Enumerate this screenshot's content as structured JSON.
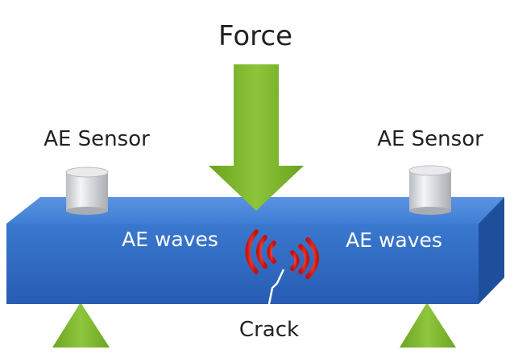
{
  "labels": {
    "force": "Force",
    "sensor_left": "AE Sensor",
    "sensor_right": "AE Sensor",
    "waves_left": "AE waves",
    "waves_right": "AE waves",
    "crack": "Crack"
  },
  "colors": {
    "beam_front": "#2f6bc4",
    "beam_top": "#3f7fd6",
    "beam_end": "#1f4f9c",
    "arrow_green": "#7fb52a",
    "support_green": "#84b82e",
    "wave_red": "#e0241c",
    "label_dark": "#222222",
    "label_light": "#ffffff"
  }
}
